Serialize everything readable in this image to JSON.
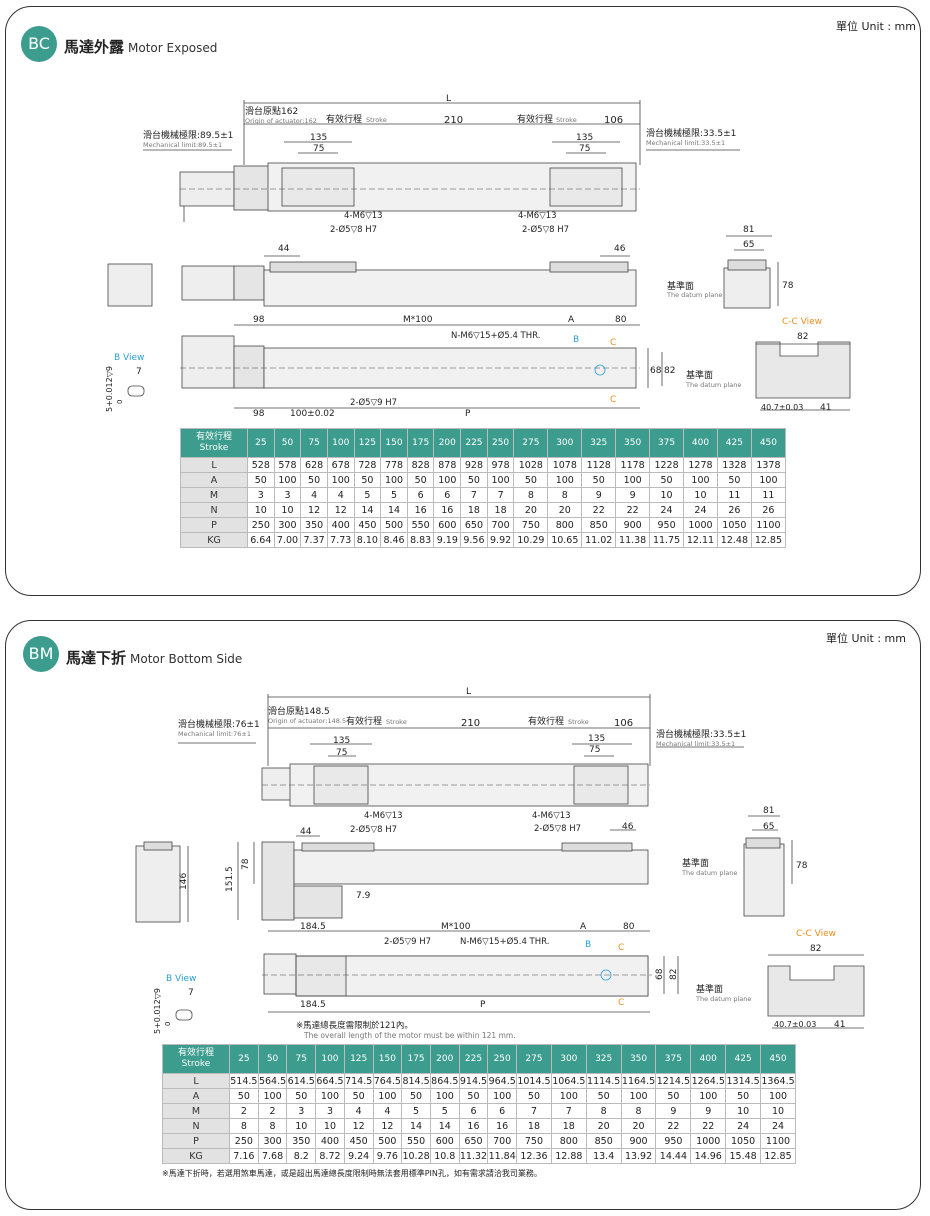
{
  "bc": {
    "unit": "單位 Unit : mm",
    "badge": "BC",
    "title_zh": "馬達外露",
    "title_en": "Motor Exposed",
    "labels": {
      "L": "L",
      "origin_zh": "滑台原點162",
      "origin_en": "Origin of actuator:162",
      "stroke_left": "有效行程",
      "stroke_right": "有效行程",
      "stroke_en": "Stroke",
      "d210": "210",
      "d106": "106",
      "mech_left_zh": "滑台機械極限:89.5±1",
      "mech_left_en": "Mechanical limit:89.5±1",
      "mech_right_zh": "滑台機械極限:33.5±1",
      "mech_right_en": "Mechanical limit:33.5±1",
      "d135a": "135",
      "d75a": "75",
      "d135b": "135",
      "d75b": "75",
      "m6a": "4-M6▽13",
      "dia8a": "2-Ø5▽8 H7",
      "m6b": "4-M6▽13",
      "dia8b": "2-Ø5▽8 H7",
      "d44": "44",
      "d46": "46",
      "d81": "81",
      "d65": "65",
      "d78": "78",
      "datum_zh": "基準面",
      "datum_en": "The datum plane",
      "d98": "98",
      "m100": "M*100",
      "A": "A",
      "d80": "80",
      "thr": "N-M6▽15+Ø5.4 THR.",
      "B": "B",
      "C": "C",
      "d68": "68",
      "d82": "82",
      "bview": "B View",
      "b7": "7",
      "bdim": "5+0.012▽9",
      "bdim0": "0",
      "d98b": "98",
      "d100": "100±0.02",
      "P": "P",
      "dia9": "2-Ø5▽9 H7",
      "ccview": "C-C View",
      "cc82": "82",
      "cc_datum_zh": "基準面",
      "cc_datum_en": "The datum plane",
      "cc407": "40.7±0.03",
      "cc41": "41"
    },
    "table": {
      "header_zh": "有效行程",
      "header_en": "Stroke",
      "strokes": [
        "25",
        "50",
        "75",
        "100",
        "125",
        "150",
        "175",
        "200",
        "225",
        "250",
        "275",
        "300",
        "325",
        "350",
        "375",
        "400",
        "425",
        "450"
      ],
      "rows": [
        {
          "label": "L",
          "values": [
            "528",
            "578",
            "628",
            "678",
            "728",
            "778",
            "828",
            "878",
            "928",
            "978",
            "1028",
            "1078",
            "1128",
            "1178",
            "1228",
            "1278",
            "1328",
            "1378"
          ]
        },
        {
          "label": "A",
          "values": [
            "50",
            "100",
            "50",
            "100",
            "50",
            "100",
            "50",
            "100",
            "50",
            "100",
            "50",
            "100",
            "50",
            "100",
            "50",
            "100",
            "50",
            "100"
          ]
        },
        {
          "label": "M",
          "values": [
            "3",
            "3",
            "4",
            "4",
            "5",
            "5",
            "6",
            "6",
            "7",
            "7",
            "8",
            "8",
            "9",
            "9",
            "10",
            "10",
            "11",
            "11"
          ]
        },
        {
          "label": "N",
          "values": [
            "10",
            "10",
            "12",
            "12",
            "14",
            "14",
            "16",
            "16",
            "18",
            "18",
            "20",
            "20",
            "22",
            "22",
            "24",
            "24",
            "26",
            "26"
          ]
        },
        {
          "label": "P",
          "values": [
            "250",
            "300",
            "350",
            "400",
            "450",
            "500",
            "550",
            "600",
            "650",
            "700",
            "750",
            "800",
            "850",
            "900",
            "950",
            "1000",
            "1050",
            "1100"
          ]
        },
        {
          "label": "KG",
          "values": [
            "6.64",
            "7.00",
            "7.37",
            "7.73",
            "8.10",
            "8.46",
            "8.83",
            "9.19",
            "9.56",
            "9.92",
            "10.29",
            "10.65",
            "11.02",
            "11.38",
            "11.75",
            "12.11",
            "12.48",
            "12.85"
          ]
        }
      ]
    }
  },
  "bm": {
    "unit": "單位 Unit : mm",
    "badge": "BM",
    "title_zh": "馬達下折",
    "title_en": "Motor Bottom Side",
    "labels": {
      "L": "L",
      "origin_zh": "滑台原點148.5",
      "origin_en": "Origin of actuator:148.5",
      "stroke_left": "有效行程",
      "stroke_right": "有效行程",
      "stroke_en": "Stroke",
      "d210": "210",
      "d106": "106",
      "mech_left_zh": "滑台機械極限:76±1",
      "mech_left_en": "Mechanical limit:76±1",
      "mech_right_zh": "滑台機械極限:33.5±1",
      "mech_right_en": "Mechanical limit:33.5±1",
      "d135a": "135",
      "d75a": "75",
      "d135b": "135",
      "d75b": "75",
      "m6a": "4-M6▽13",
      "dia8a": "2-Ø5▽8 H7",
      "m6b": "4-M6▽13",
      "dia8b": "2-Ø5▽8 H7",
      "d44": "44",
      "d46": "46",
      "d81": "81",
      "d65": "65",
      "d78": "78",
      "d78s": "78",
      "d1515": "151.5",
      "d146": "146",
      "d79": "7.9",
      "datum_zh": "基準面",
      "datum_en": "The datum plane",
      "d1845": "184.5",
      "m100": "M*100",
      "A": "A",
      "d80": "80",
      "dia9": "2-Ø5▽9 H7",
      "thr": "N-M6▽15+Ø5.4 THR.",
      "B": "B",
      "C": "C",
      "d68": "68",
      "d82": "82",
      "bview": "B View",
      "b7": "7",
      "bdim": "5+0.012▽9",
      "bdim0": "0",
      "d1845b": "184.5",
      "P": "P",
      "note_zh": "※馬達總長度需限制於121內。",
      "note_en": "The overall length of the motor must be within 121 mm.",
      "ccview": "C-C View",
      "cc82": "82",
      "cc_datum_zh": "基準面",
      "cc_datum_en": "The datum plane",
      "cc407": "40.7±0.03",
      "cc41": "41"
    },
    "table": {
      "header_zh": "有效行程",
      "header_en": "Stroke",
      "strokes": [
        "25",
        "50",
        "75",
        "100",
        "125",
        "150",
        "175",
        "200",
        "225",
        "250",
        "275",
        "300",
        "325",
        "350",
        "375",
        "400",
        "425",
        "450"
      ],
      "rows": [
        {
          "label": "L",
          "values": [
            "514.5",
            "564.5",
            "614.5",
            "664.5",
            "714.5",
            "764.5",
            "814.5",
            "864.5",
            "914.5",
            "964.5",
            "1014.5",
            "1064.5",
            "1114.5",
            "1164.5",
            "1214.5",
            "1264.5",
            "1314.5",
            "1364.5"
          ]
        },
        {
          "label": "A",
          "values": [
            "50",
            "100",
            "50",
            "100",
            "50",
            "100",
            "50",
            "100",
            "50",
            "100",
            "50",
            "100",
            "50",
            "100",
            "50",
            "100",
            "50",
            "100"
          ]
        },
        {
          "label": "M",
          "values": [
            "2",
            "2",
            "3",
            "3",
            "4",
            "4",
            "5",
            "5",
            "6",
            "6",
            "7",
            "7",
            "8",
            "8",
            "9",
            "9",
            "10",
            "10"
          ]
        },
        {
          "label": "N",
          "values": [
            "8",
            "8",
            "10",
            "10",
            "12",
            "12",
            "14",
            "14",
            "16",
            "16",
            "18",
            "18",
            "20",
            "20",
            "22",
            "22",
            "24",
            "24"
          ]
        },
        {
          "label": "P",
          "values": [
            "250",
            "300",
            "350",
            "400",
            "450",
            "500",
            "550",
            "600",
            "650",
            "700",
            "750",
            "800",
            "850",
            "900",
            "950",
            "1000",
            "1050",
            "1100"
          ]
        },
        {
          "label": "KG",
          "values": [
            "7.16",
            "7.68",
            "8.2",
            "8.72",
            "9.24",
            "9.76",
            "10.28",
            "10.8",
            "11.32",
            "11.84",
            "12.36",
            "12.88",
            "13.4",
            "13.92",
            "14.44",
            "14.96",
            "15.48",
            "12.85"
          ]
        }
      ]
    },
    "footnote": "※馬達下折時，若選用煞車馬達，或是超出馬達總長度限制時無法套用標準PIN孔，如有需求請洽我司業務。"
  },
  "colors": {
    "accent": "#3c9c8d",
    "label_gray": "#e2e2e2",
    "blue_mark": "#2a9fd6",
    "orange_mark": "#e8901c"
  }
}
